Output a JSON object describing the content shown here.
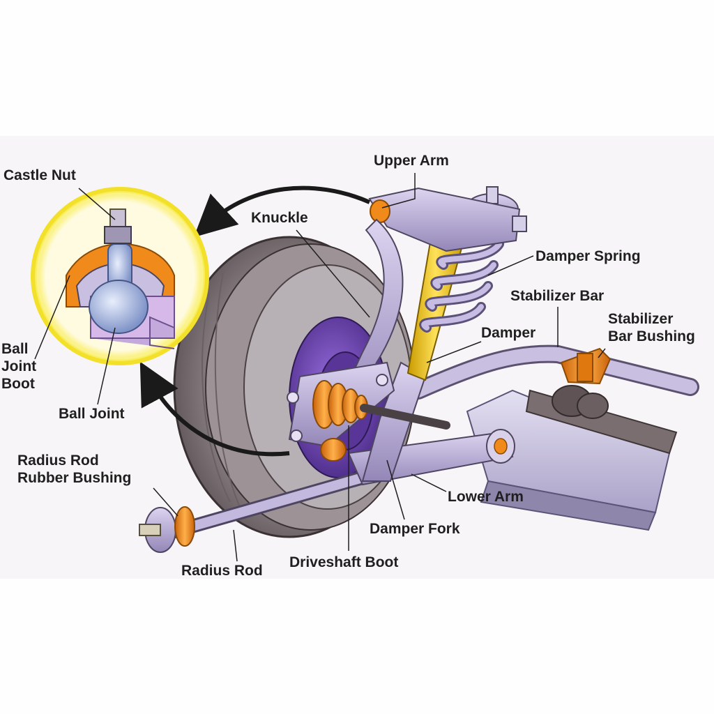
{
  "labels": {
    "castle_nut": "Castle Nut",
    "upper_arm": "Upper Arm",
    "knuckle": "Knuckle",
    "damper_spring": "Damper Spring",
    "stabilizer_bar": "Stabilizer Bar",
    "stabilizer_bar_bushing": [
      "Stabilizer",
      "Bar Bushing"
    ],
    "damper": "Damper",
    "ball_joint_boot": [
      "Ball",
      "Joint",
      "Boot"
    ],
    "ball_joint": "Ball Joint",
    "radius_rod_rubber_bushing": [
      "Radius Rod",
      "Rubber Bushing"
    ],
    "lower_arm": "Lower Arm",
    "damper_fork": "Damper Fork",
    "driveshaft_boot": "Driveshaft Boot",
    "radius_rod": "Radius Rod"
  },
  "colors": {
    "background": "#fefefe",
    "panel": "#f7f5f7",
    "tire": "#8e8588",
    "tire_dark": "#5a5053",
    "wheel_face": "#a89fa6",
    "hub_purple": "#6d3fb0",
    "lavender": "#b9aed6",
    "lavender_dark": "#7d6f9c",
    "spring": "#a89cc6",
    "damper_gold": "#f2c414",
    "boot_orange": "#f08a1a",
    "callout_ring": "#f7ea3c",
    "leader": "#1f1f1f",
    "text": "#1f1f1f"
  },
  "icons": [
    "curved-arrow-icon",
    "magnifier-callout-icon"
  ]
}
